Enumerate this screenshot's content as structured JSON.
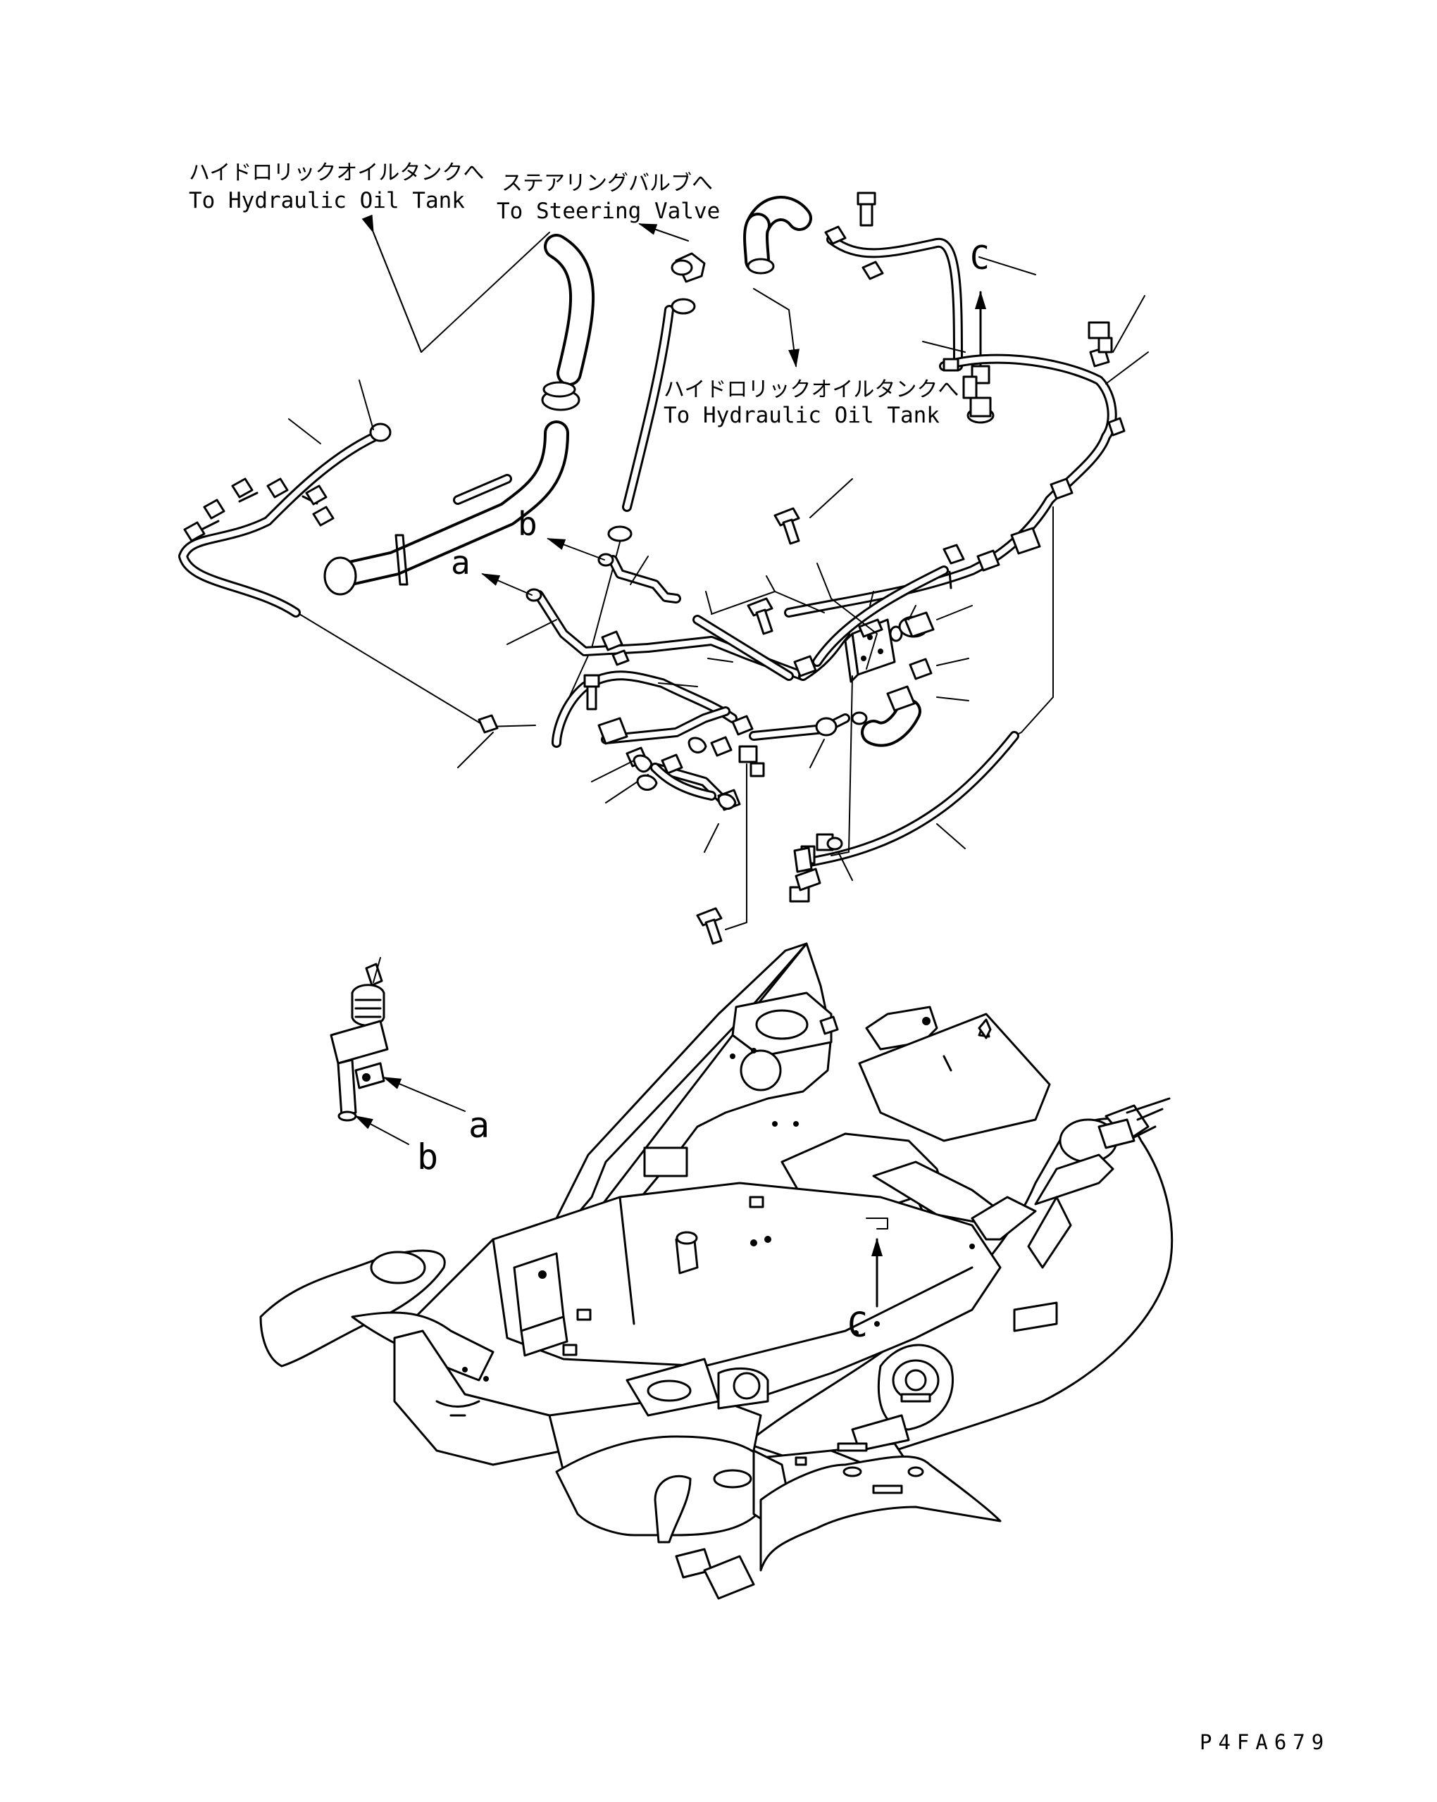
{
  "callouts": {
    "tank_top_left": {
      "jp": "ハイドロリックオイルタンクへ",
      "en": "To Hydraulic Oil Tank"
    },
    "steering_valve": {
      "jp": "ステアリングバルブへ",
      "en": "To Steering Valve"
    },
    "tank_mid": {
      "jp": "ハイドロリックオイルタンクへ",
      "en": "To Hydraulic Oil Tank"
    }
  },
  "connection_labels": {
    "a_upper": "a",
    "b_upper": "b",
    "c_upper": "C",
    "a_lower": "a",
    "b_lower": "b",
    "c_lower": "C"
  },
  "drawing_number": "P4FA679"
}
